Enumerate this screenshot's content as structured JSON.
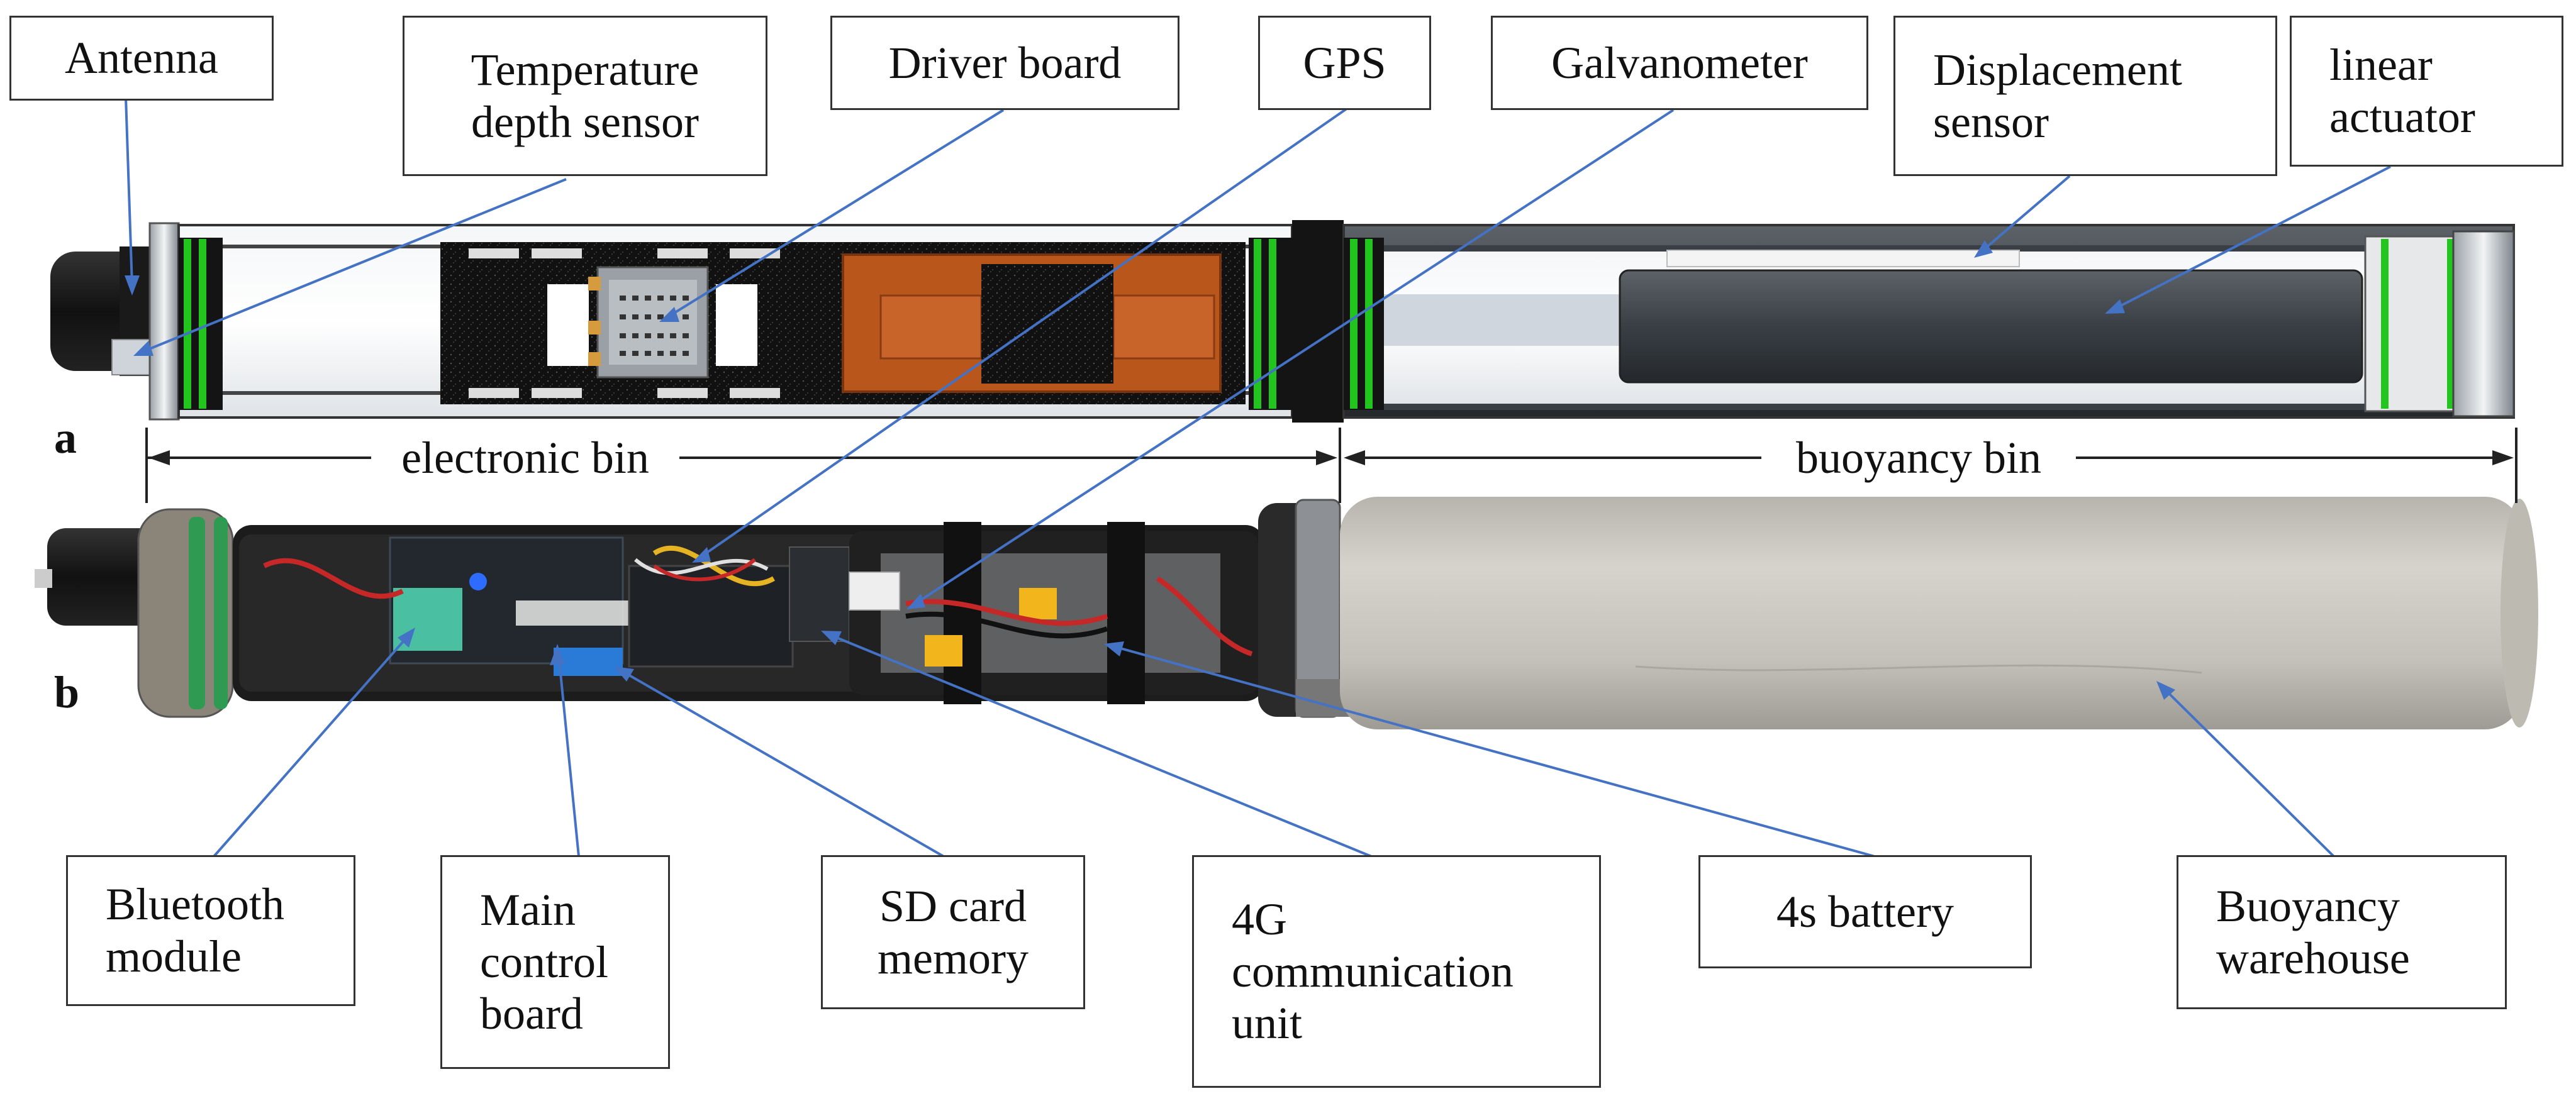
{
  "panels": {
    "a": "a",
    "b": "b"
  },
  "labels": {
    "antenna": "Antenna",
    "temp_depth": "Temperature\ndepth sensor",
    "driver_board": "Driver board",
    "gps": "GPS",
    "galvanometer": "Galvanometer",
    "displacement": "Displacement\nsensor",
    "linear_actuator": "linear\nactuator",
    "bluetooth": "Bluetooth\nmodule",
    "main_control": "Main\ncontrol\nboard",
    "sd_card": "SD card\nmemory",
    "comm_4g": "4G\ncommunication\nunit",
    "battery": "4s battery",
    "buoyancy_warehouse": "Buoyancy\nwarehouse"
  },
  "dimensions": {
    "electronic_bin": "electronic bin",
    "buoyancy_bin": "buoyancy bin"
  },
  "colors": {
    "leader_line": "#4472C4",
    "seal_ring": "#22c41e",
    "pcb_brown": "#b8561c",
    "board_black": "#111111",
    "aluminum": "#c9c6bf"
  }
}
